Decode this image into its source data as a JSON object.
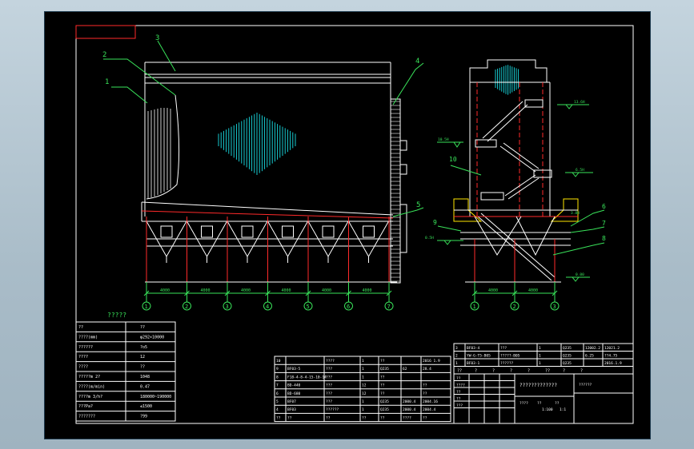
{
  "callouts": {
    "c1": "1",
    "c2": "2",
    "c3": "3",
    "c4": "4",
    "c5": "5",
    "c6": "6",
    "c7": "7",
    "c8": "8",
    "c9": "9",
    "c10": "10"
  },
  "dims_front": [
    "4000",
    "4000",
    "4000",
    "4000",
    "4000",
    "4000"
  ],
  "axes_front": [
    "1",
    "2",
    "3",
    "4",
    "5",
    "6",
    "7"
  ],
  "dims_side": [
    "4000",
    "4000"
  ],
  "axes_side": [
    "1",
    "2",
    "3"
  ],
  "elevations": {
    "e1": "13.6H",
    "e2": "10.5H",
    "e3": "6.5H",
    "e4": "3.8H",
    "e5": "0.5H",
    "e6": "0.00"
  },
  "tech_table": {
    "title": "?????",
    "rows": [
      [
        "??",
        "??"
      ],
      [
        "????(mm)",
        "φ292×10000"
      ],
      [
        "??????",
        "?o5"
      ],
      [
        "????",
        "12"
      ],
      [
        "????",
        "??"
      ],
      [
        "?????m 2?",
        "1048"
      ],
      [
        "????(m/min)",
        "0.47"
      ],
      [
        "????m 3/h?",
        "180000~190000"
      ],
      [
        "???Pa?",
        "≤1500"
      ],
      [
        "???????",
        "?99"
      ]
    ]
  },
  "parts_table": {
    "rows": [
      [
        "10",
        "",
        "????",
        "1",
        "??",
        "",
        "2016 1.9"
      ],
      [
        "9",
        "BF03-5",
        "???",
        "1",
        "Q235",
        "62",
        "28.4"
      ],
      [
        "8",
        "F18-4-8-4-15-10-14",
        "???",
        "1",
        "??",
        "",
        ""
      ],
      [
        "7",
        "BD-440",
        "???",
        "12",
        "??",
        "",
        "??"
      ],
      [
        "6",
        "BD-680",
        "???",
        "12",
        "??",
        "",
        "??"
      ],
      [
        "5",
        "BF07",
        "???",
        "1",
        "Q235",
        "2000.4",
        "2004.16"
      ],
      [
        "4",
        "BF03",
        "??????",
        "1",
        "Q235",
        "2000.4",
        "2004.4"
      ],
      [
        "??",
        "??",
        "??",
        "??",
        "??",
        "????",
        "??"
      ]
    ]
  },
  "title_block": {
    "parts": [
      [
        "3",
        "BF03-4",
        "???",
        "1",
        "Q235",
        "12002.2",
        "12021.2"
      ],
      [
        "2",
        "YW-G-T5-B05",
        "?????-B05",
        "1",
        "Q235",
        "6.25",
        "??4.75"
      ],
      [
        "1",
        "BF03-1",
        "??????",
        "1",
        "Q235",
        "",
        "2016.1.9"
      ]
    ],
    "parts_footer": [
      "??",
      "?",
      "?",
      "?",
      "?",
      "??",
      "?",
      "?"
    ],
    "drawing_name": "?????????????",
    "sign_labels": [
      "??",
      "????",
      "??",
      "??",
      "???"
    ],
    "scale_labels": [
      "????",
      "??",
      "??"
    ],
    "scale_values": [
      "1:100",
      "1:1"
    ],
    "misc_label": "??????"
  },
  "colors": {
    "line": "#ffffff",
    "red": "#ff2a2a",
    "green": "#39e35a",
    "cyan": "#19e0e6",
    "yellow": "#ffe600"
  }
}
